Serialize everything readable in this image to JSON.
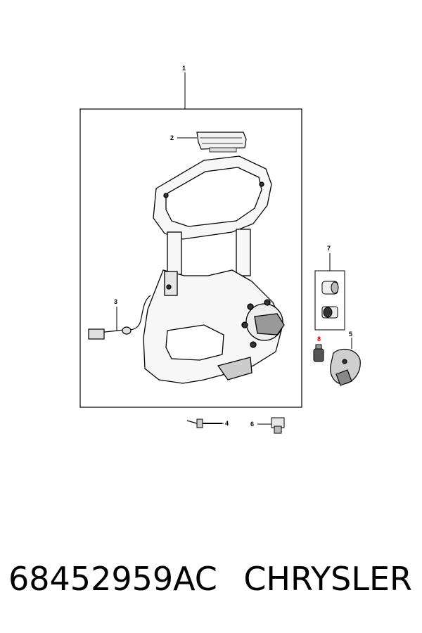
{
  "diagram": {
    "callouts": [
      {
        "id": "1",
        "label": "1"
      },
      {
        "id": "2",
        "label": "2"
      },
      {
        "id": "3",
        "label": "3"
      },
      {
        "id": "4",
        "label": "4"
      },
      {
        "id": "5",
        "label": "5"
      },
      {
        "id": "6",
        "label": "6"
      },
      {
        "id": "7",
        "label": "7"
      },
      {
        "id": "8",
        "label": "8",
        "highlight": "#d40000"
      }
    ]
  },
  "footer": {
    "part_number": "68452959AC",
    "brand": "CHRYSLER"
  }
}
